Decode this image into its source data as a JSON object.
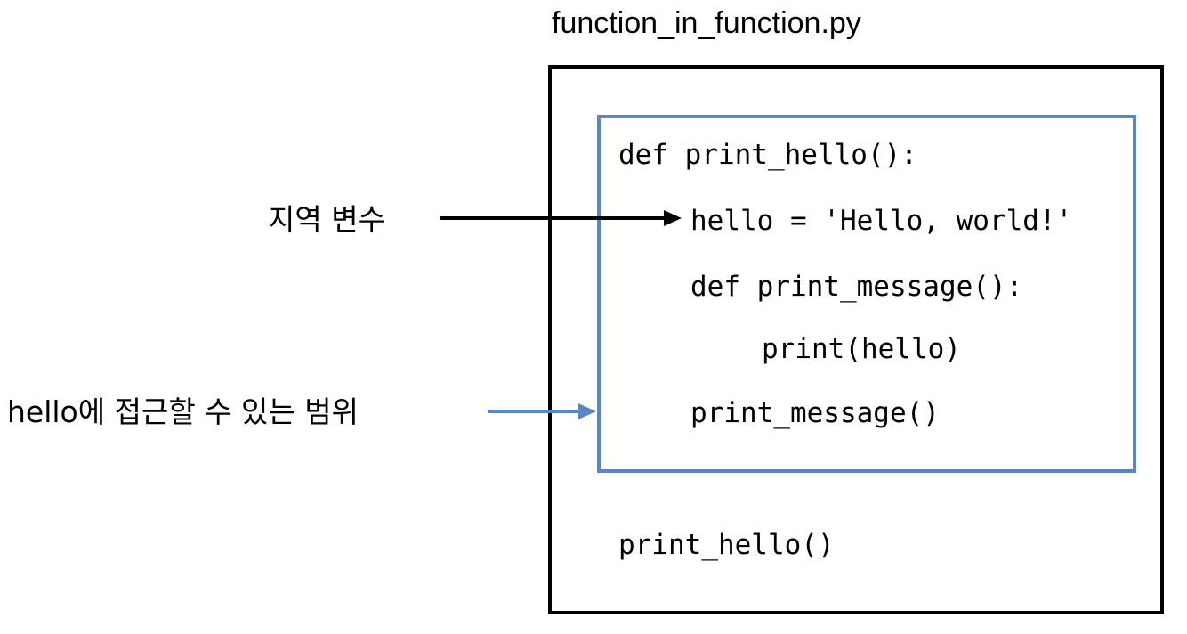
{
  "file_title": "function_in_function.py",
  "code": {
    "lines": [
      "def print_hello():",
      "hello = 'Hello, world!'",
      "def print_message():",
      "print(hello)",
      "print_message()",
      "print_hello()"
    ]
  },
  "annotations": {
    "local_variable": "지역 변수",
    "scope": "hello에 접근할 수 있는 범위"
  },
  "colors": {
    "outer_border": "#000000",
    "inner_border": "#5b87c1",
    "local_variable_arrow": "#000000",
    "scope_arrow": "#5b87c1"
  }
}
